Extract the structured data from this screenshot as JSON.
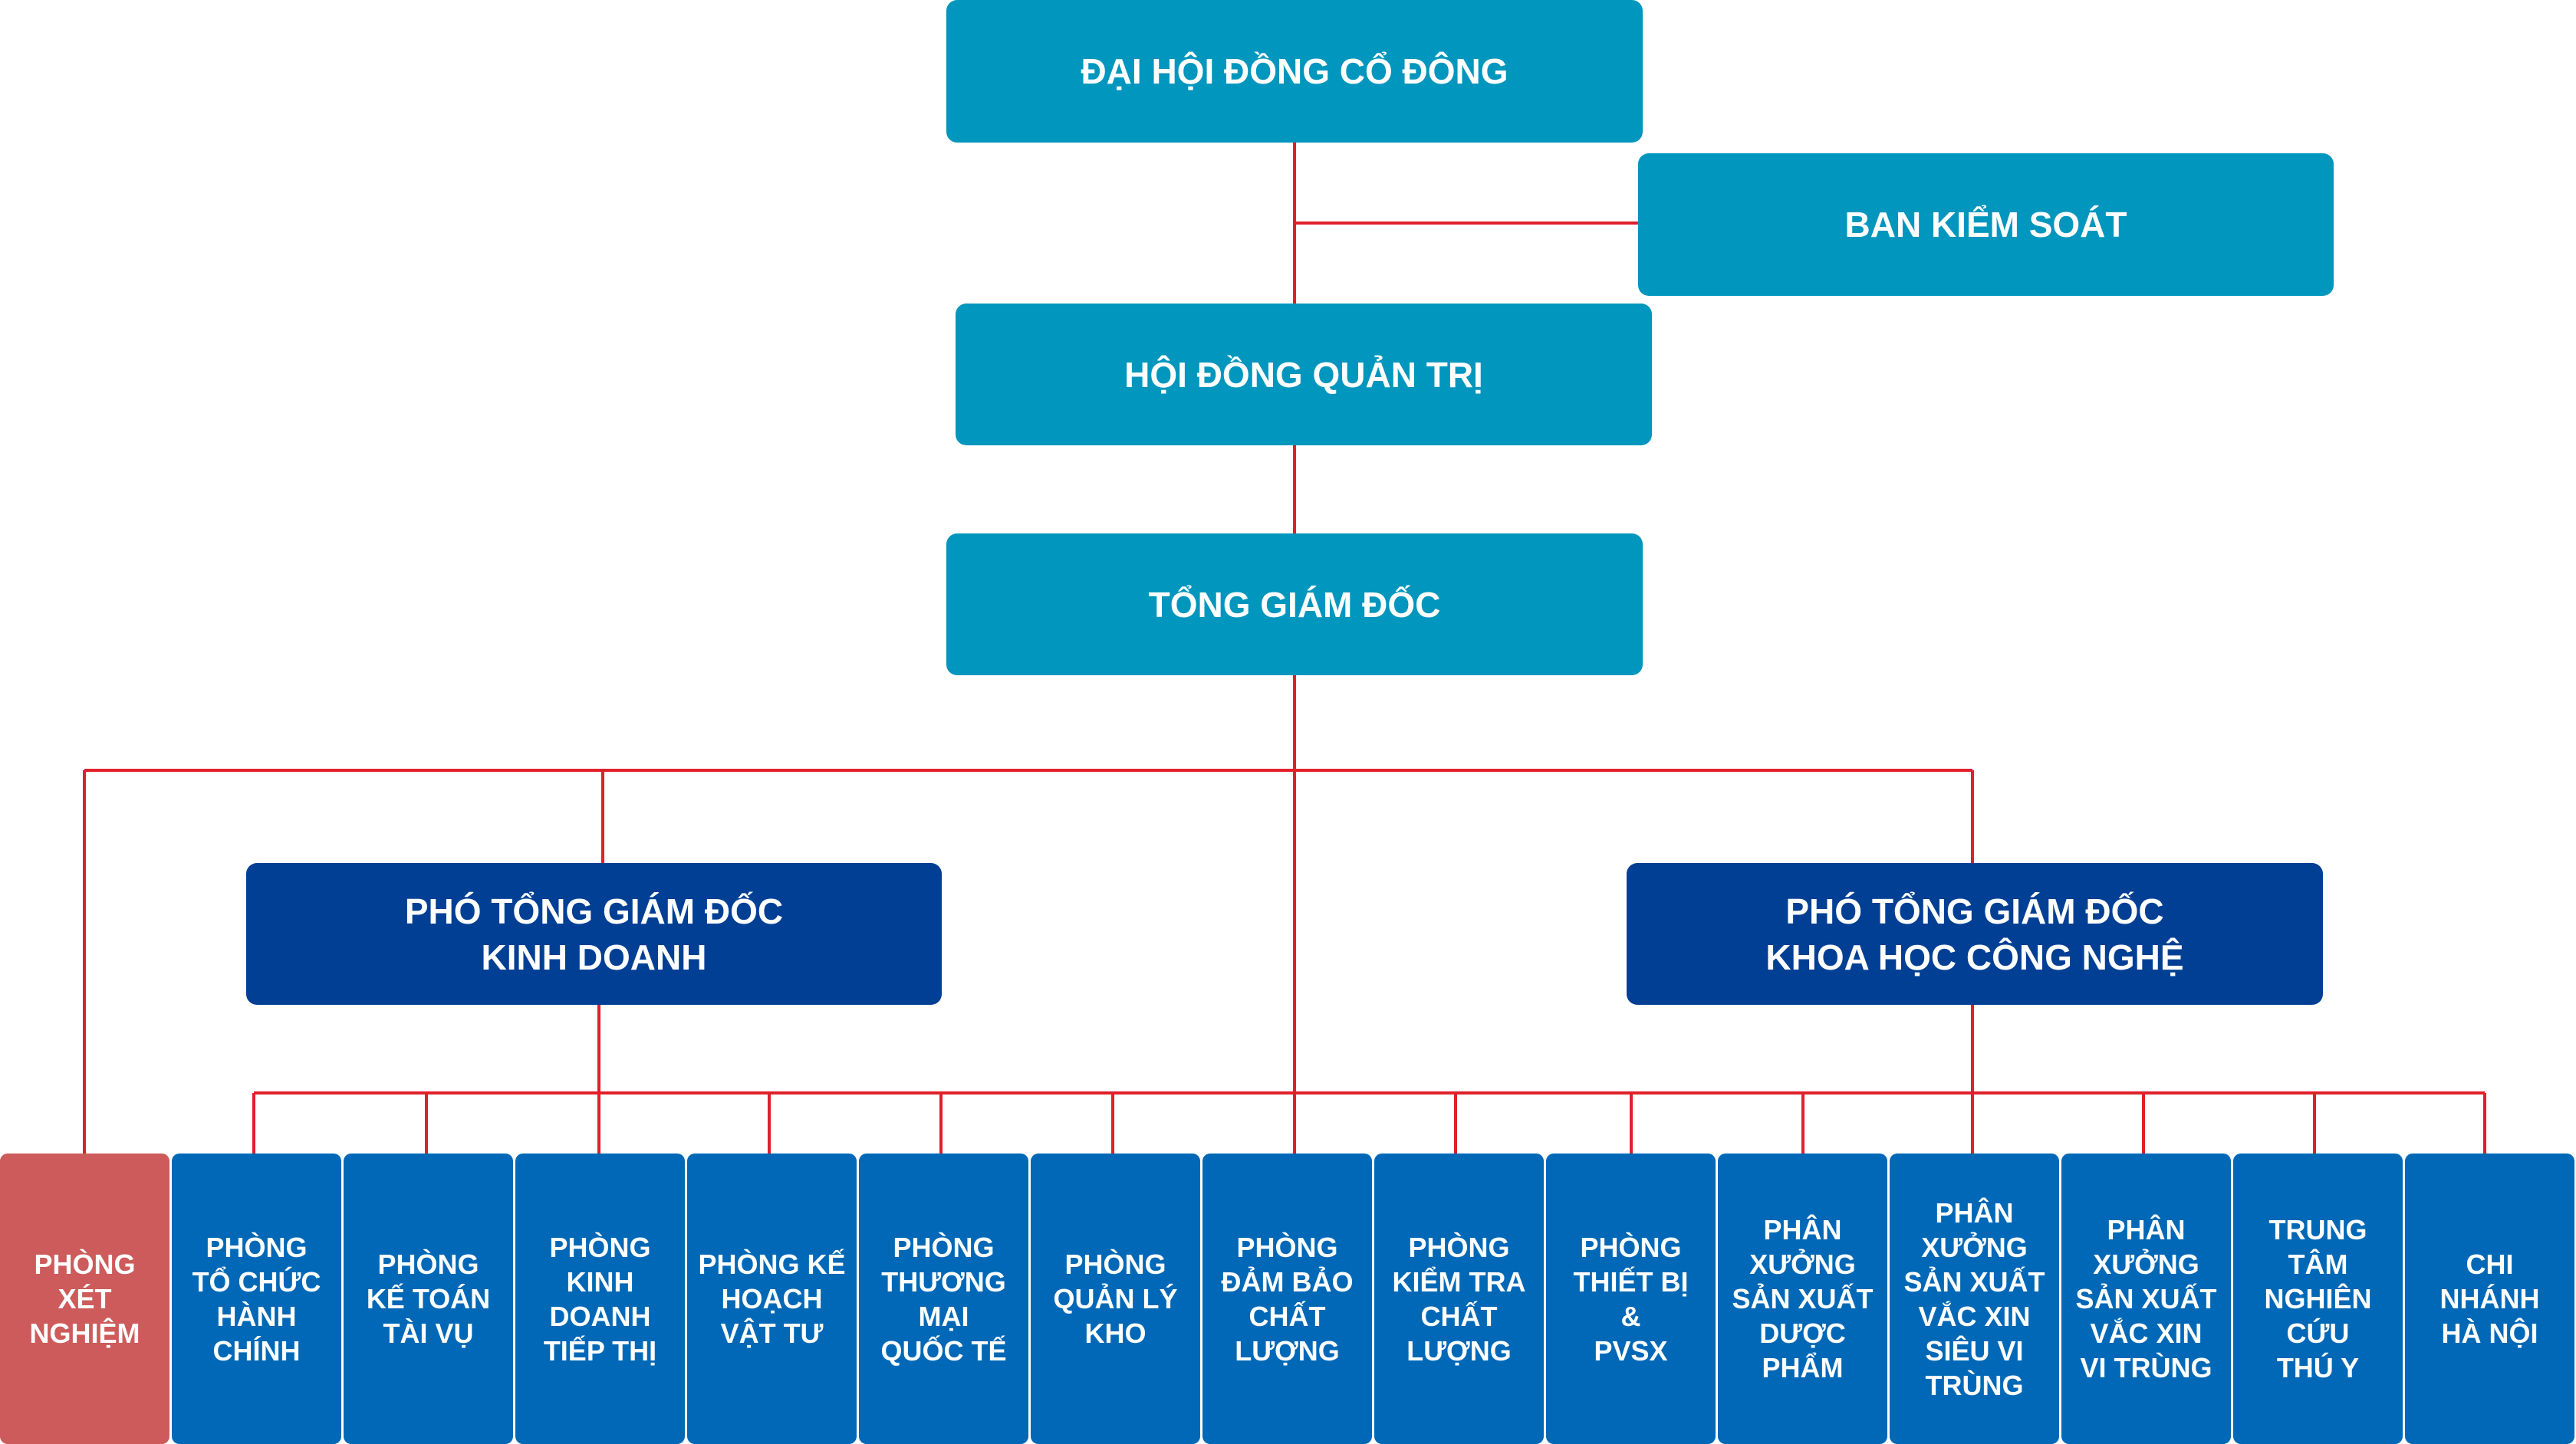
{
  "colors": {
    "top_box": "#0096bd",
    "deputy_box": "#003f94",
    "department_box": "#0068b6",
    "laboratory_box": "#cd5b5b",
    "connector": "#e0202a"
  },
  "shareholders": "ĐẠI HỘI ĐỒNG CỔ ĐÔNG",
  "supervisory_board": "BAN KIỂM SOÁT",
  "board_of_directors": "HỘI ĐỒNG QUẢN TRỊ",
  "general_director": "TỔNG GIÁM ĐỐC",
  "deputy_business": "PHÓ TỔNG GIÁM ĐỐC\nKINH DOANH",
  "deputy_science": "PHÓ TỔNG GIÁM ĐỐC\nKHOA HỌC CÔNG NGHỆ",
  "departments": [
    "PHÒNG\nXÉT\nNGHIỆM",
    "PHÒNG\nTỔ CHỨC\nHÀNH\nCHÍNH",
    "PHÒNG\nKẾ TOÁN\nTÀI VỤ",
    "PHÒNG\nKINH\nDOANH\nTIẾP THỊ",
    "PHÒNG KẾ\nHOẠCH\nVẬT TƯ",
    "PHÒNG\nTHƯƠNG\nMẠI\nQUỐC TẾ",
    "PHÒNG\nQUẢN LÝ\nKHO",
    "PHÒNG\nĐẢM BẢO\nCHẤT\nLƯỢNG",
    "PHÒNG\nKIỂM TRA\nCHẤT\nLƯỢNG",
    "PHÒNG\nTHIẾT BỊ\n&\nPVSX",
    "PHÂN\nXƯỞNG\nSẢN XUẤT\nDƯỢC\nPHẨM",
    "PHÂN\nXƯỞNG\nSẢN XUẤT\nVẮC XIN\nSIÊU VI\nTRÙNG",
    "PHÂN\nXƯỞNG\nSẢN XUẤT\nVẮC XIN\nVI TRÙNG",
    "TRUNG\nTÂM\nNGHIÊN\nCỨU\nTHÚ Y",
    "CHI\nNHÁNH\nHÀ NỘI"
  ]
}
